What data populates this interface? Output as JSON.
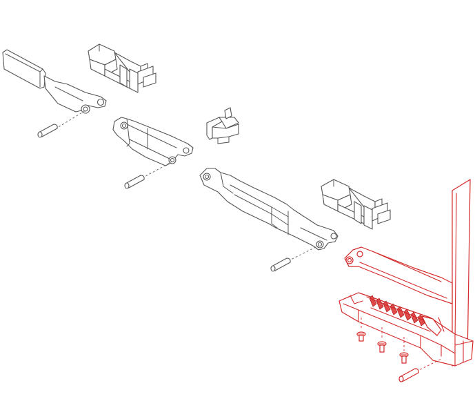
{
  "diagram": {
    "kind": "exploded-assembly",
    "line_colors": {
      "parts": "#555555",
      "highlighted_assembly": "#d42a2a"
    },
    "parts": [
      {
        "id": "arm-upper-left"
      },
      {
        "id": "bracket-top"
      },
      {
        "id": "link-middle"
      },
      {
        "id": "clip-small"
      },
      {
        "id": "arm-long"
      },
      {
        "id": "bracket-right"
      },
      {
        "id": "hinge-assembly",
        "highlighted": true
      },
      {
        "id": "pin-1"
      },
      {
        "id": "pin-2"
      },
      {
        "id": "pin-3"
      },
      {
        "id": "pin-4",
        "highlighted": true
      },
      {
        "id": "screw-1",
        "highlighted": true
      },
      {
        "id": "screw-2",
        "highlighted": true
      },
      {
        "id": "screw-3",
        "highlighted": true
      }
    ]
  }
}
